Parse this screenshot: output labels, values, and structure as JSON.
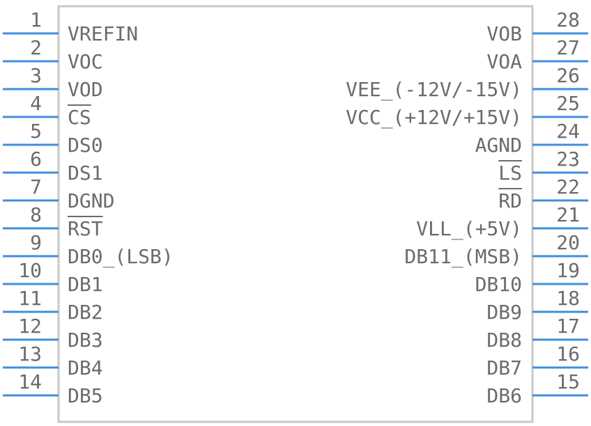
{
  "component": {
    "body_color": "#c8c8c8",
    "pin_color": "#3f8ee0",
    "text_color": "#6b6b6b",
    "left_pins": [
      {
        "number": "1",
        "name": "VREFIN",
        "bar": false
      },
      {
        "number": "2",
        "name": "VOC",
        "bar": false
      },
      {
        "number": "3",
        "name": "VOD",
        "bar": false
      },
      {
        "number": "4",
        "name": "CS",
        "bar": true
      },
      {
        "number": "5",
        "name": "DS0",
        "bar": false
      },
      {
        "number": "6",
        "name": "DS1",
        "bar": false
      },
      {
        "number": "7",
        "name": "DGND",
        "bar": false
      },
      {
        "number": "8",
        "name": "RST",
        "bar": true
      },
      {
        "number": "9",
        "name": "DB0_(LSB)",
        "bar": false
      },
      {
        "number": "10",
        "name": "DB1",
        "bar": false
      },
      {
        "number": "11",
        "name": "DB2",
        "bar": false
      },
      {
        "number": "12",
        "name": "DB3",
        "bar": false
      },
      {
        "number": "13",
        "name": "DB4",
        "bar": false
      },
      {
        "number": "14",
        "name": "DB5",
        "bar": false
      }
    ],
    "right_pins": [
      {
        "number": "28",
        "name": "VOB",
        "bar": false
      },
      {
        "number": "27",
        "name": "VOA",
        "bar": false
      },
      {
        "number": "26",
        "name": "VEE_(-12V/-15V)",
        "bar": false
      },
      {
        "number": "25",
        "name": "VCC_(+12V/+15V)",
        "bar": false
      },
      {
        "number": "24",
        "name": "AGND",
        "bar": false
      },
      {
        "number": "23",
        "name": "LS",
        "bar": true
      },
      {
        "number": "22",
        "name": "RD",
        "bar": true
      },
      {
        "number": "21",
        "name": "VLL_(+5V)",
        "bar": false
      },
      {
        "number": "20",
        "name": "DB11_(MSB)",
        "bar": false
      },
      {
        "number": "19",
        "name": "DB10",
        "bar": false
      },
      {
        "number": "18",
        "name": "DB9",
        "bar": false
      },
      {
        "number": "17",
        "name": "DB8",
        "bar": false
      },
      {
        "number": "16",
        "name": "DB7",
        "bar": false
      },
      {
        "number": "15",
        "name": "DB6",
        "bar": false
      }
    ]
  }
}
